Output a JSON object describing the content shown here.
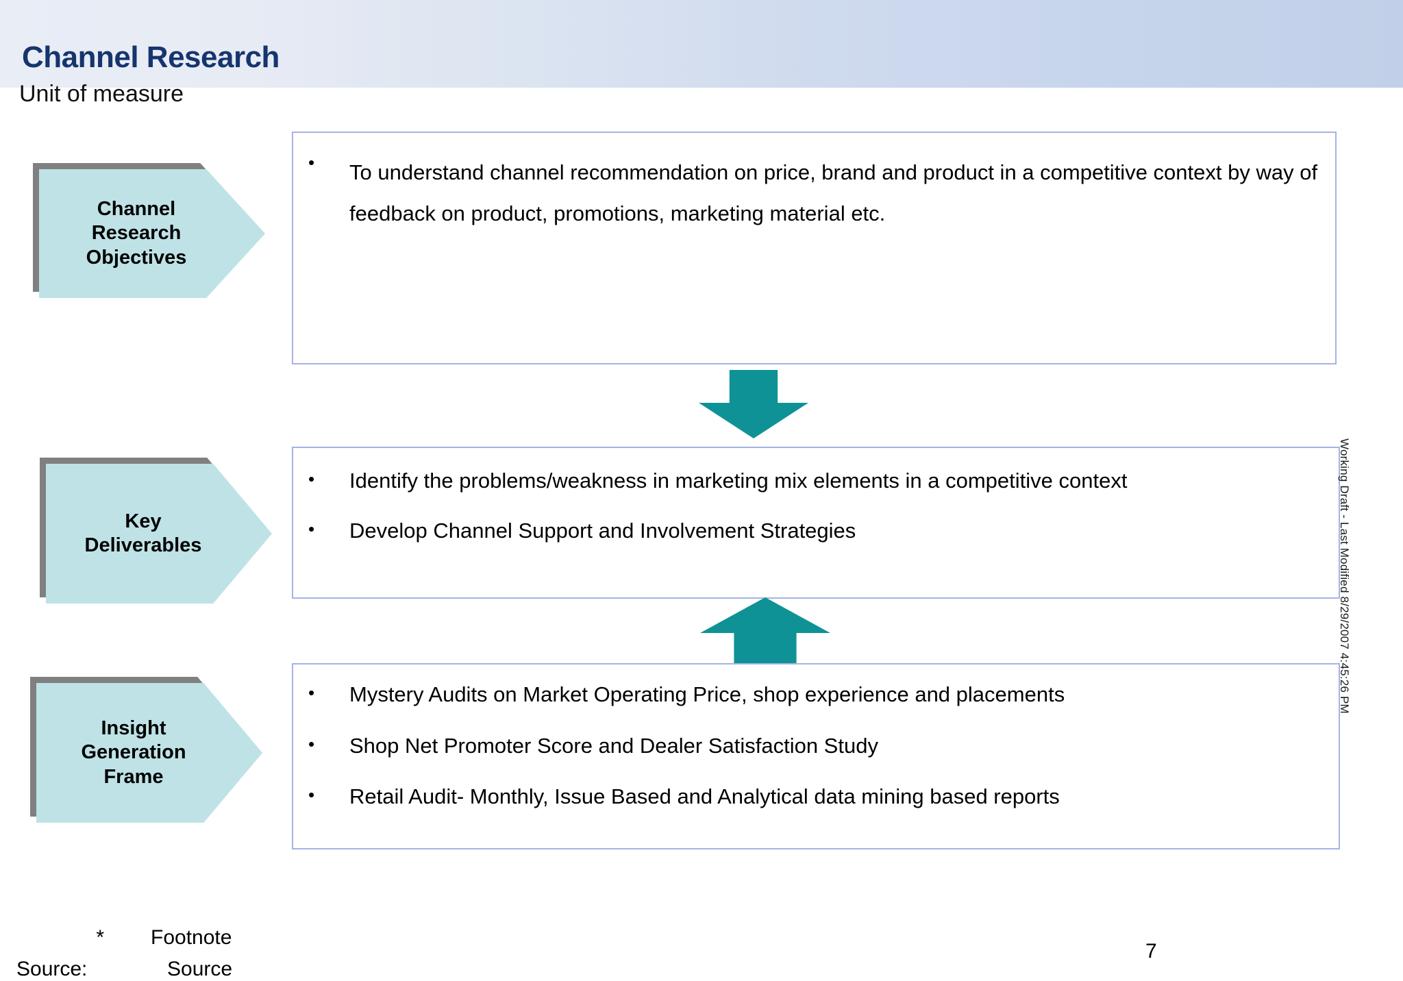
{
  "header": {
    "title": "Channel Research",
    "subtitle": "Unit of measure",
    "gradient_from": "#e9edf6",
    "gradient_to": "#c1cfe8",
    "title_color": "#16356e"
  },
  "colors": {
    "chevron_fill": "#bfe2e6",
    "chevron_shadow": "#808080",
    "box_border": "#a3b4e3",
    "arrow_teal": "#0f9296"
  },
  "flow": {
    "stages": [
      {
        "label": "Channel\nResearch\nObjectives",
        "bullets": [
          "To understand channel recommendation on price, brand and product in a competitive context by way of feedback on product, promotions, marketing material etc."
        ]
      },
      {
        "label": "Key\nDeliverables",
        "bullets": [
          "Identify the problems/weakness in marketing mix elements in a competitive context",
          "Develop Channel Support and Involvement Strategies"
        ]
      },
      {
        "label": "Insight\nGeneration\nFrame",
        "bullets": [
          "Mystery Audits on Market Operating Price, shop experience and placements",
          "Shop Net Promoter Score and Dealer Satisfaction Study",
          "Retail Audit- Monthly, Issue Based and Analytical data mining based reports"
        ]
      }
    ],
    "connectors": [
      {
        "name": "arrow-down",
        "direction": "down"
      },
      {
        "name": "arrow-up",
        "direction": "up"
      }
    ],
    "bullet_glyph": "•"
  },
  "footer": {
    "footnote_marker": "*",
    "footnote_text": "Footnote",
    "source_label": "Source:",
    "source_text": "Source",
    "page_number": "7"
  },
  "side_stamp": {
    "text": "Working Draft - Last Modified 8/29/2007 4:45:26 PM"
  }
}
